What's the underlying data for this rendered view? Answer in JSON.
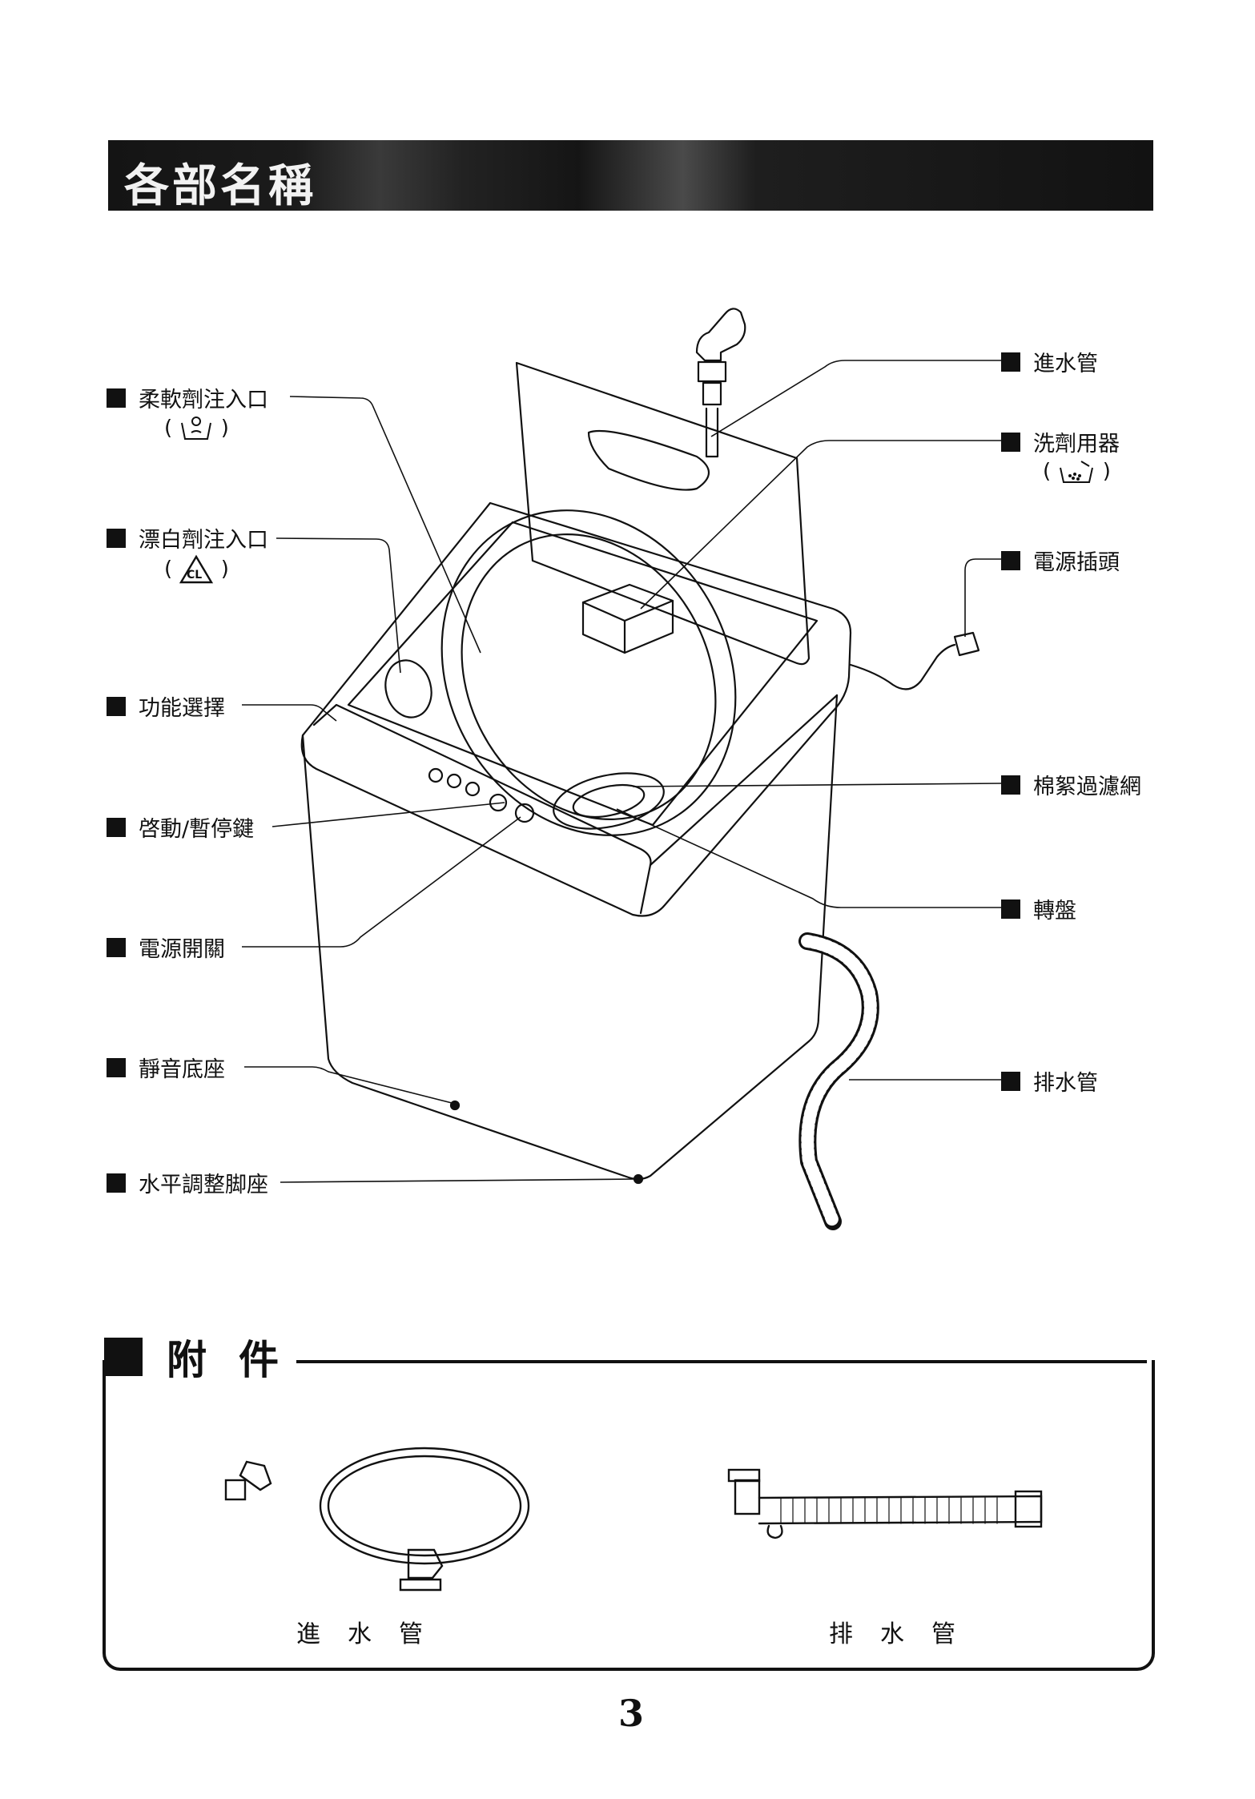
{
  "header": {
    "title": "各部名稱"
  },
  "labels_left": {
    "softener": "柔軟劑注入口",
    "softener_note": "(",
    "softener_note_end": ")",
    "bleach": "漂白劑注入口",
    "function_select": "功能選擇",
    "start_pause": "啓動/暫停鍵",
    "power_switch": "電源開關",
    "silent_base": "靜音底座",
    "level_feet": "水平調整脚座"
  },
  "labels_right": {
    "inlet_hose": "進水管",
    "detergent": "洗劑用器",
    "power_plug": "電源插頭",
    "lint_filter": "棉絮過濾網",
    "pulsator": "轉盤",
    "drain_hose": "排水管"
  },
  "icons": {
    "softener_icon": "softener-basin-icon",
    "bleach_icon": "chlorine-cl-icon",
    "detergent_icon": "detergent-basin-icon"
  },
  "accessories": {
    "title": "附件",
    "items": [
      {
        "label": "進水管"
      },
      {
        "label": "排水管"
      }
    ]
  },
  "page_number": "3"
}
